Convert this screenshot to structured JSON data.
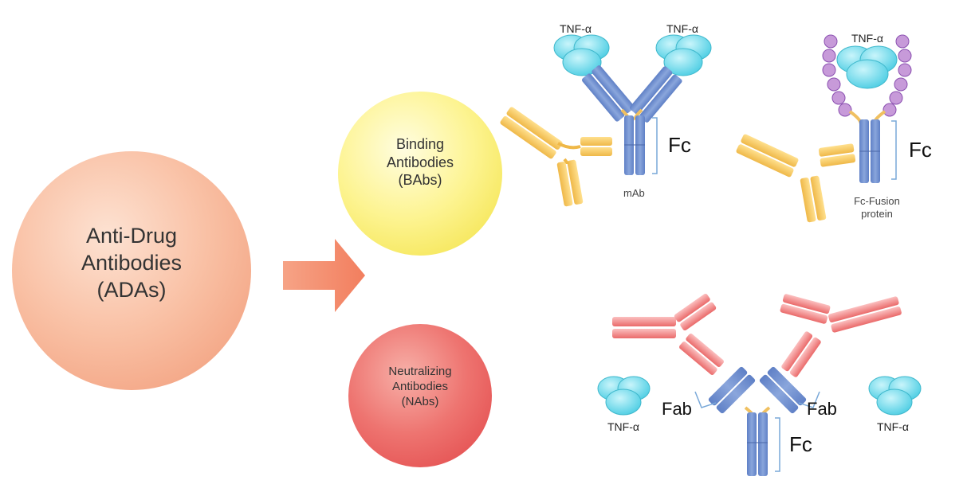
{
  "ada": {
    "line1": "Anti-Drug",
    "line2": "Antibodies",
    "line3": "(ADAs)"
  },
  "babs": {
    "line1": "Binding",
    "line2": "Antibodies",
    "line3": "(BAbs)"
  },
  "nabs": {
    "line1": "Neutralizing",
    "line2": "Antibodies",
    "line3": "(NAbs)"
  },
  "mab": {
    "tnf_left": "TNF-α",
    "tnf_right": "TNF-α",
    "fc": "Fc",
    "name": "mAb"
  },
  "fusion": {
    "tnf": "TNF-α",
    "fc": "Fc",
    "name_line1": "Fc-Fusion",
    "name_line2": "protein"
  },
  "neutral": {
    "fab_left": "Fab",
    "fab_right": "Fab",
    "fc": "Fc",
    "tnf_left": "TNF-α",
    "tnf_right": "TNF-α"
  },
  "colors": {
    "ada_circle": "#f7b08f",
    "babs_circle": "#fbf27a",
    "nabs_circle": "#ee5f5f",
    "arrow": "#f28463",
    "antibody_blue": "#6f8fd0",
    "hinge_yellow": "#f0c060",
    "ada_yellow": "#f5c660",
    "ada_red": "#ef7a7a",
    "tnf_cyan": "#5fd3e6",
    "fusion_purple": "#a86cc4",
    "bracket": "#79a8d8"
  }
}
